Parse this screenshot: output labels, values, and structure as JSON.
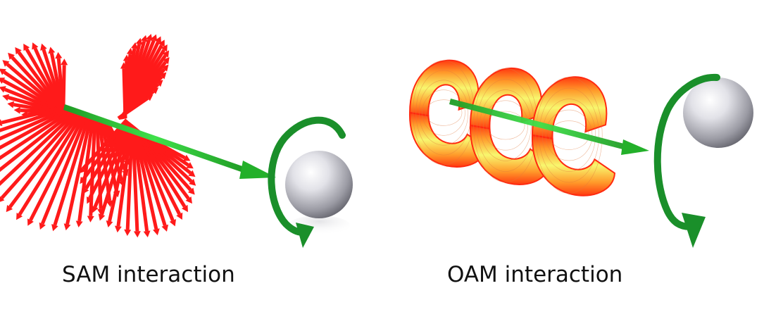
{
  "panels": [
    {
      "id": "sam",
      "caption": "SAM interaction",
      "beam_color": "#ff1a1a",
      "axis_color": "#22c02a",
      "rotation_arrow_color": "#1a8f2a",
      "particle_color": "#c9c9d0"
    },
    {
      "id": "oam",
      "caption": "OAM interaction",
      "helix_edge_color": "#ff2a10",
      "helix_fill_color": "#f6f66a",
      "axis_color": "#22c02a",
      "rotation_arrow_color": "#1a8f2a",
      "particle_color": "#c9c9d0"
    }
  ]
}
